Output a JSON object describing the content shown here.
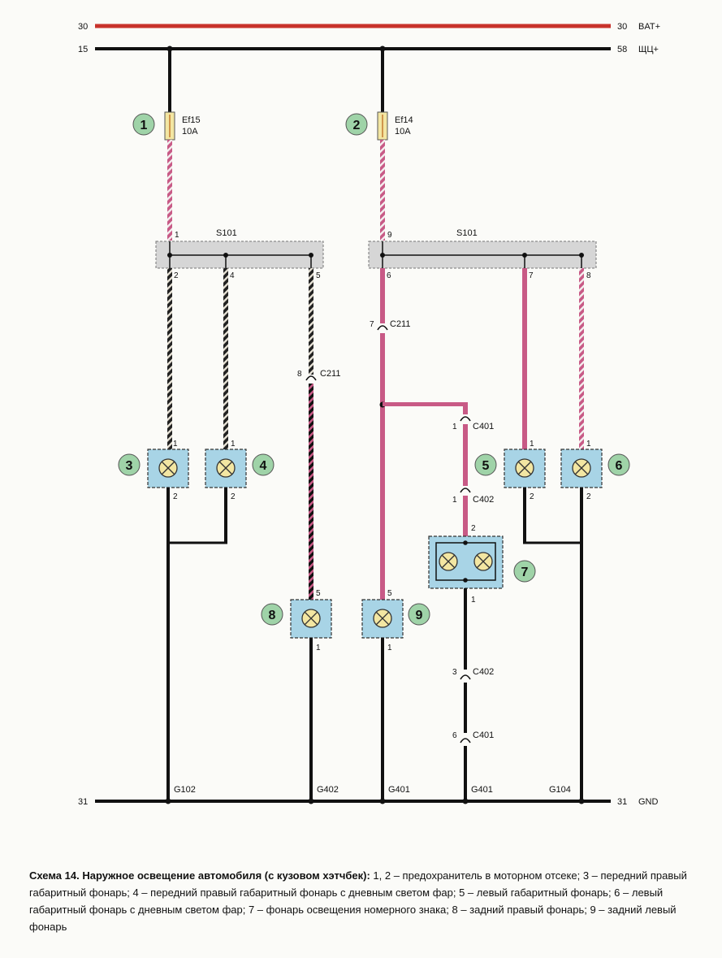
{
  "rails": {
    "bat_left": "30",
    "bat_right": "30",
    "bat_name": "BAT+",
    "ign_left": "15",
    "ign_right": "58",
    "ign_name": "ЩЦ+",
    "gnd_left": "31",
    "gnd_right": "31",
    "gnd_name": "GND"
  },
  "fuses": [
    {
      "name": "Ef15",
      "rating": "10A",
      "callout": "1"
    },
    {
      "name": "Ef14",
      "rating": "10A",
      "callout": "2"
    }
  ],
  "splices": [
    {
      "name": "S101",
      "in_pin": "1",
      "out_pins": [
        "2",
        "4",
        "5"
      ]
    },
    {
      "name": "S101",
      "in_pin": "9",
      "out_pins": [
        "6",
        "7",
        "8"
      ]
    }
  ],
  "connectors": {
    "c211_left": {
      "pin": "8",
      "name": "C211"
    },
    "c211_right": {
      "pin": "7",
      "name": "C211"
    },
    "c401_top": {
      "pin": "1",
      "name": "C401"
    },
    "c402_top": {
      "pin": "1",
      "name": "C402"
    },
    "c402_bottom": {
      "pin": "3",
      "name": "C402"
    },
    "c401_bottom": {
      "pin": "6",
      "name": "C401"
    }
  },
  "lamps": {
    "l3": {
      "callout": "3",
      "pin_top": "1",
      "pin_bottom": "2"
    },
    "l4": {
      "callout": "4",
      "pin_top": "1",
      "pin_bottom": "2"
    },
    "l5": {
      "callout": "5",
      "pin_top": "1",
      "pin_bottom": "2"
    },
    "l6": {
      "callout": "6",
      "pin_top": "1",
      "pin_bottom": "2"
    },
    "l7": {
      "callout": "7",
      "pin_top": "2",
      "pin_bottom": "1"
    },
    "l8": {
      "callout": "8",
      "pin_top": "5",
      "pin_bottom": "1"
    },
    "l9": {
      "callout": "9",
      "pin_top": "5",
      "pin_bottom": "1"
    }
  },
  "grounds": [
    "G102",
    "G402",
    "G401",
    "G401",
    "G104"
  ],
  "caption": {
    "title": "Схема 14. Наружное освещение автомобиля (с кузовом хэтчбек):",
    "text": " 1, 2 – предохранитель в моторном отсеке; 3 – передний правый габаритный фонарь; 4 – передний правый габаритный фонарь с дневным светом фар; 5 – левый габаритный фонарь; 6 – левый габаритный фонарь с дневным светом фар; 7 – фонарь освещения номерного знака; 8 – задний правый фонарь; 9 – задний левый фонарь"
  },
  "colors": {
    "bat_rail": "#c8332c",
    "wire_black": "#111111",
    "wire_pink": "#c85a86",
    "wire_stripe_white": "#f4f0f0",
    "component_fill": "#a8d4e6",
    "splice_fill": "#d6d6d6",
    "callout_fill": "#9fd3a8",
    "fuse_fill": "#f3e6a2"
  }
}
